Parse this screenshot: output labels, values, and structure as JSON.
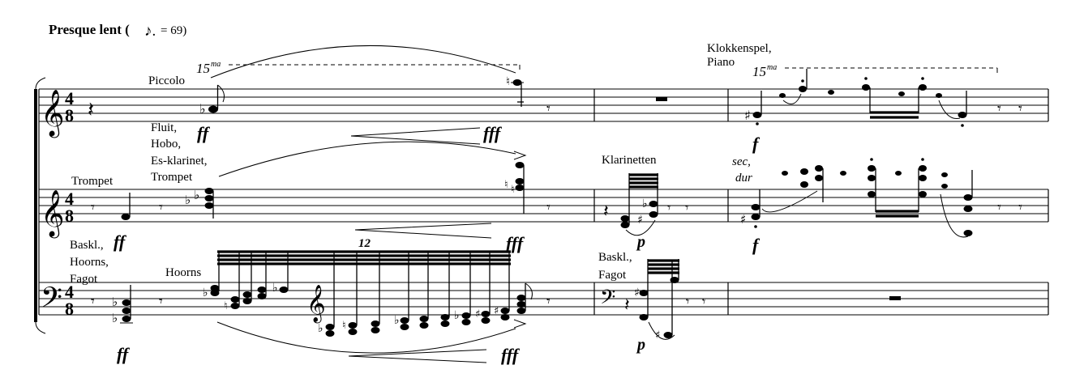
{
  "tempo": {
    "text": "Presque lent (",
    "note_glyph": "♪.",
    "value": " = 69)"
  },
  "time_signature": {
    "top": "4",
    "bottom": "8"
  },
  "octave": {
    "label": "15",
    "suffix": "ma"
  },
  "tuplet": "12",
  "labels": {
    "piccolo": "Piccolo",
    "fluit": "Fluit,",
    "hobo": "Hobo,",
    "esklarinet": "Es-klarinet,",
    "trompet_b": "Trompet",
    "trompet": "Trompet",
    "baskl1": "Baskl.,",
    "hoorns1": "Hoorns,",
    "fagot1": "Fagot",
    "hoorns2": "Hoorns",
    "klarinetten": "Klarinetten",
    "baskl2": "Baskl.,",
    "fagot2": "Fagot",
    "klokkenspel": "Klokkenspel,",
    "piano": "Piano",
    "sec": "sec,",
    "dur": "dur"
  },
  "dynamics": {
    "ff": "ff",
    "fff": "fff",
    "p": "p",
    "f": "f"
  },
  "glyphs": {
    "treble_clef": "𝄞",
    "bass_clef": "𝄢",
    "rest_eighth": "𝄾",
    "rest_quarter": "𝄽",
    "flat": "♭",
    "sharp": "♯",
    "natural": "♮"
  }
}
